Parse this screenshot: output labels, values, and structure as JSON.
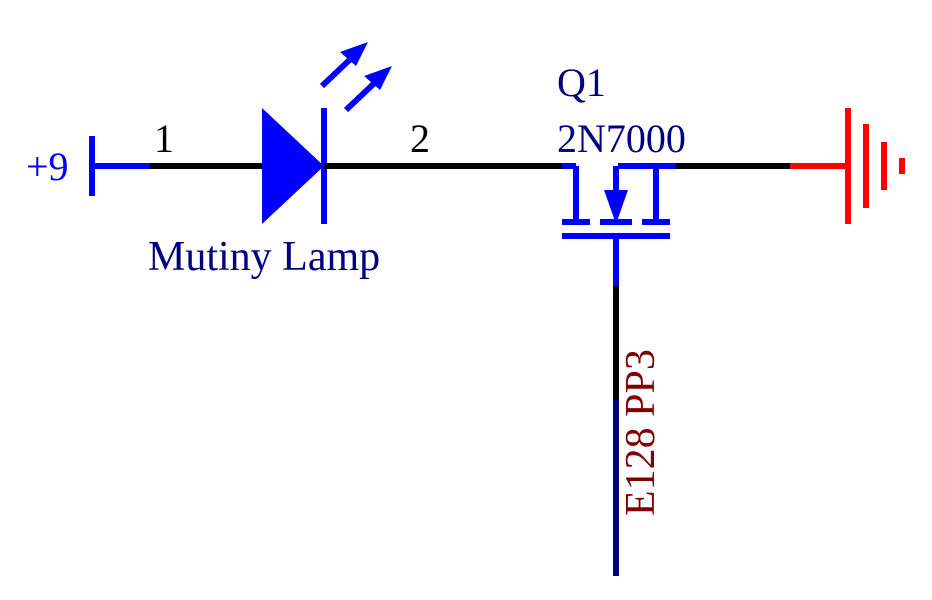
{
  "power": {
    "label": "+9"
  },
  "led": {
    "name": "Mutiny Lamp",
    "pin1": "1",
    "pin2": "2"
  },
  "transistor": {
    "designator": "Q1",
    "part": "2N7000"
  },
  "net": {
    "label": "E128 PP3"
  },
  "colors": {
    "component": "#0000ff",
    "wire": "#000000",
    "ground": "#ff0000",
    "text": "#000080",
    "net_label": "#800000",
    "lower_wire": "#000080"
  }
}
